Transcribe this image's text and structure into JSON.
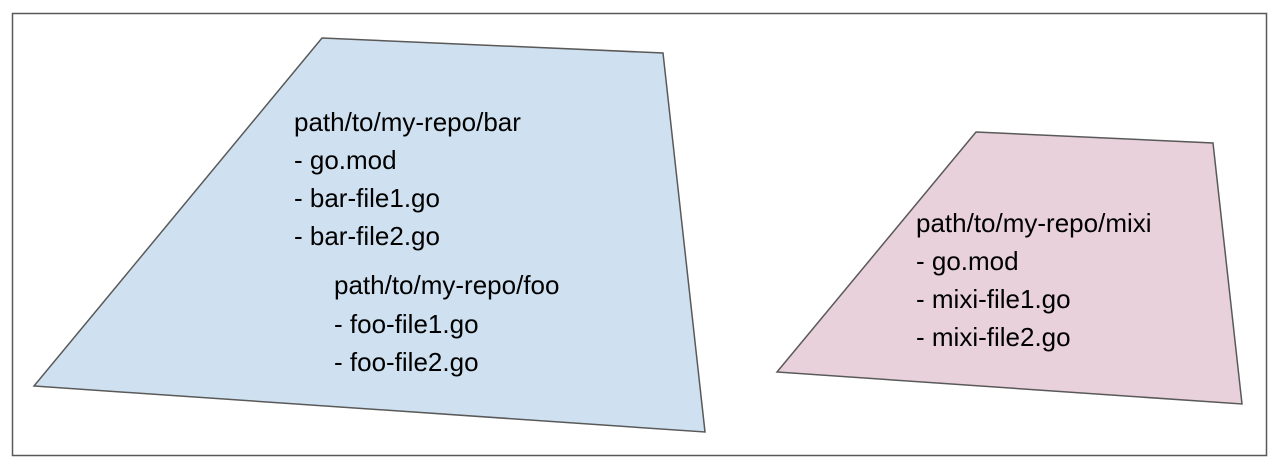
{
  "colors": {
    "background": "#ffffff",
    "frame_stroke": "#595959",
    "shape_stroke": "#595959",
    "bar_module_fill": "#cfe1f0",
    "mixi_module_fill": "#e8d1db",
    "text": "#000000"
  },
  "bar_module": {
    "path": "path/to/my-repo/bar",
    "files": [
      "- go.mod",
      "- bar-file1.go",
      "- bar-file2.go"
    ],
    "nested": {
      "path": "path/to/my-repo/foo",
      "files": [
        "- foo-file1.go",
        "- foo-file2.go"
      ]
    }
  },
  "mixi_module": {
    "path": "path/to/my-repo/mixi",
    "files": [
      "- go.mod",
      "- mixi-file1.go",
      "- mixi-file2.go"
    ]
  }
}
